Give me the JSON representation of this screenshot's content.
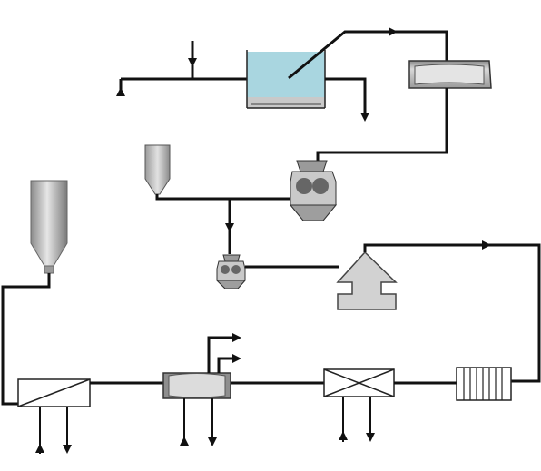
{
  "diagram": {
    "type": "process-flow",
    "labels": [],
    "equipment": [
      "settling-tank",
      "dryer-drum",
      "feed-hopper",
      "roller-mill-large",
      "roller-mill-small",
      "classifier",
      "storage-silo",
      "heat-exchanger-1",
      "filter-unit",
      "heat-exchanger-2",
      "tube-heater"
    ],
    "colors": {
      "pipe": "#111111",
      "tank_liquid": "#a9d6e0",
      "equipment_fill": "#c8c8c8",
      "equipment_dark": "#6a6a6a",
      "background": "#ffffff"
    }
  }
}
